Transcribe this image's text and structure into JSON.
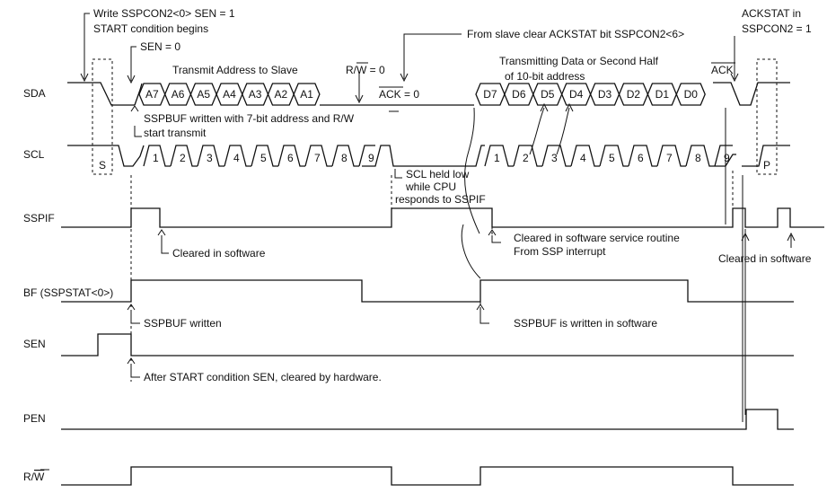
{
  "signals": {
    "sda": "SDA",
    "scl": "SCL",
    "sspif": "SSPIF",
    "bf": "BF (SSPSTAT<0>)",
    "sen": "SEN",
    "pen": "PEN",
    "rw_r": "R/",
    "rw_w": "W"
  },
  "annotations": {
    "write_sspcon2": "Write SSPCON2<0> SEN = 1",
    "start_begins": "START condition begins",
    "sen_zero": "SEN = 0",
    "transmit_address": "Transmit Address to Slave",
    "rw_zero_r": "R/",
    "rw_zero_w": "W",
    "rw_zero_eq": " = 0",
    "ack_zero_ack": "ACK",
    "ack_zero_eq": " = 0",
    "from_slave": "From slave clear ACKSTAT bit SSPCON2<6>",
    "transmitting_1": "Transmitting Data or Second Half",
    "transmitting_2": "of 10-bit address",
    "ackstat_1": "ACKSTAT in",
    "ackstat_2": "SSPCON2 = 1",
    "ack_label": "ACK",
    "sspbuf_written_1": "SSPBUF written with 7-bit address and R/",
    "sspbuf_written_w": "W",
    "sspbuf_written_2": "start transmit",
    "scl_held_1": "SCL held low",
    "scl_held_2": "while CPU",
    "scl_held_3": "responds to SSPIF",
    "cleared_sw": "Cleared in software",
    "cleared_service_1": "Cleared in software service routine",
    "cleared_service_2": "From SSP interrupt",
    "cleared_sw_2": "Cleared in software",
    "sspbuf_written": "SSPBUF written",
    "sspbuf_is_written": "SSPBUF is written in software",
    "after_start": "After START condition SEN, cleared by hardware.",
    "start_marker": "S",
    "stop_marker": "P"
  },
  "address_bits": [
    "A7",
    "A6",
    "A5",
    "A4",
    "A3",
    "A2",
    "A1"
  ],
  "data_bits": [
    "D7",
    "D6",
    "D5",
    "D4",
    "D3",
    "D2",
    "D1",
    "D0"
  ],
  "scl_pulses_first": [
    "1",
    "2",
    "3",
    "4",
    "5",
    "6",
    "7",
    "8",
    "9"
  ],
  "scl_pulses_second": [
    "1",
    "2",
    "3",
    "4",
    "5",
    "6",
    "7",
    "8",
    "9"
  ]
}
